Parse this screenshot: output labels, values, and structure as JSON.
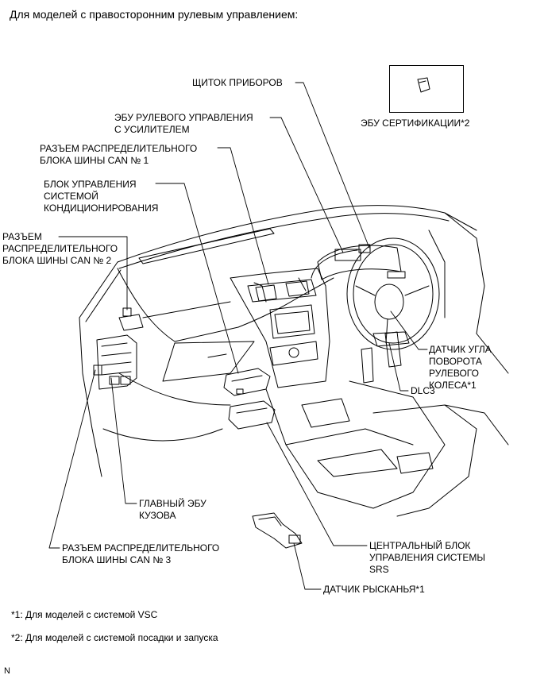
{
  "header": "Для моделей с правосторонним рулевым управлением:",
  "labels": {
    "combination_meter": "ЩИТОК ПРИБОРОВ",
    "certification_ecu": "ЭБУ СЕРТИФИКАЦИИ*2",
    "power_steering_ecu": "ЭБУ РУЛЕВОГО УПРАВЛЕНИЯ\nС УСИЛИТЕЛЕМ",
    "can_junction_1": "РАЗЪЕМ РАСПРЕДЕЛИТЕЛЬНОГО\nБЛОКА ШИНЫ CAN № 1",
    "ac_control": "БЛОК УПРАВЛЕНИЯ\nСИСТЕМОЙ\nКОНДИЦИОНИРОВАНИЯ",
    "can_junction_2": "РАЗЪЕМ\nРАСПРЕДЕЛИТЕЛЬНОГО\nБЛОКА ШИНЫ CAN № 2",
    "steering_angle_sensor": "ДАТЧИК УГЛА\nПОВОРОТА\nРУЛЕВОГО\nКОЛЕСА*1",
    "dlc3": "DLC3",
    "main_body_ecu": "ГЛАВНЫЙ ЭБУ\nКУЗОВА",
    "can_junction_3": "РАЗЪЕМ РАСПРЕДЕЛИТЕЛЬНОГО\nБЛОКА ШИНЫ CAN № 3",
    "srs_center": "ЦЕНТРАЛЬНЫЙ БЛОК\nУПРАВЛЕНИЯ СИСТЕМЫ\nSRS",
    "yaw_rate_sensor": "ДАТЧИК РЫСКАНЬЯ*1"
  },
  "footnotes": {
    "note1": "*1: Для моделей с системой VSC",
    "note2": "*2: Для моделей с системой посадки и запуска"
  },
  "corner_mark": "N"
}
